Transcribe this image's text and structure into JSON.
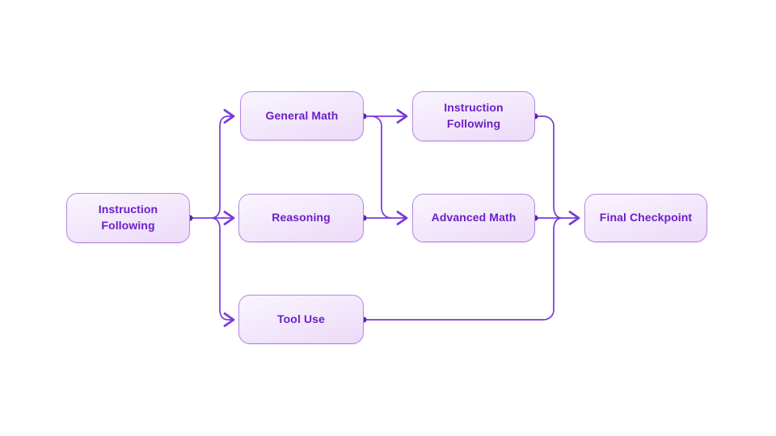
{
  "diagram": {
    "type": "flowchart",
    "nodes": [
      {
        "id": "instruction-following-source",
        "label": "Instruction\nFollowing"
      },
      {
        "id": "general-math",
        "label": "General Math"
      },
      {
        "id": "reasoning",
        "label": "Reasoning"
      },
      {
        "id": "tool-use",
        "label": "Tool Use"
      },
      {
        "id": "instruction-following-mid",
        "label": "Instruction\nFollowing"
      },
      {
        "id": "advanced-math",
        "label": "Advanced Math"
      },
      {
        "id": "final-checkpoint",
        "label": "Final Checkpoint"
      }
    ],
    "edges": [
      {
        "from": "instruction-following-source",
        "to": "general-math"
      },
      {
        "from": "instruction-following-source",
        "to": "reasoning"
      },
      {
        "from": "instruction-following-source",
        "to": "tool-use"
      },
      {
        "from": "general-math",
        "to": "instruction-following-mid"
      },
      {
        "from": "general-math",
        "to": "advanced-math"
      },
      {
        "from": "reasoning",
        "to": "advanced-math"
      },
      {
        "from": "instruction-following-mid",
        "to": "final-checkpoint"
      },
      {
        "from": "advanced-math",
        "to": "final-checkpoint"
      },
      {
        "from": "tool-use",
        "to": "final-checkpoint"
      }
    ],
    "colors": {
      "background": "#ffffff",
      "node_fill_top": "#faf5fe",
      "node_fill_bottom": "#eddaf8",
      "node_border": "#b589e4",
      "node_text": "#6b1fc7",
      "connector": "#7a3ad9",
      "junction_dot": "#5b21b6"
    }
  }
}
